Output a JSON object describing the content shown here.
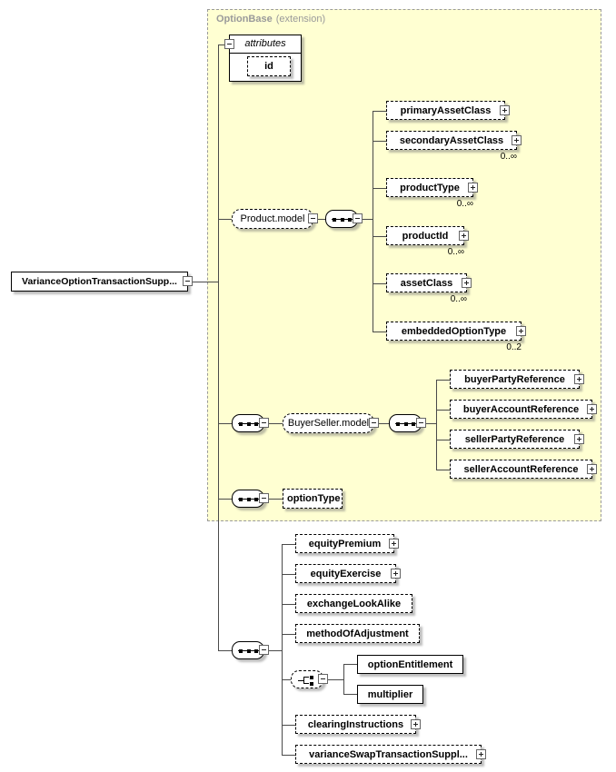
{
  "root": {
    "label": "VarianceOptionTransactionSupp..."
  },
  "panel": {
    "title": "OptionBase",
    "subtitle": "(extension)"
  },
  "attributes": {
    "label": "attributes",
    "items": [
      {
        "label": "id"
      }
    ]
  },
  "product": {
    "group_label": "Product.model",
    "children": [
      {
        "label": "primaryAssetClass"
      },
      {
        "label": "secondaryAssetClass",
        "mult": "0..∞"
      },
      {
        "label": "productType",
        "mult": "0..∞"
      },
      {
        "label": "productId",
        "mult": "0..∞"
      },
      {
        "label": "assetClass",
        "mult": "0..∞"
      },
      {
        "label": "embeddedOptionType",
        "mult": "0..2"
      }
    ]
  },
  "buyerseller": {
    "group_label": "BuyerSeller.model",
    "children": [
      {
        "label": "buyerPartyReference"
      },
      {
        "label": "buyerAccountReference"
      },
      {
        "label": "sellerPartyReference"
      },
      {
        "label": "sellerAccountReference"
      }
    ]
  },
  "option_type": {
    "label": "optionType"
  },
  "extension": {
    "children": [
      {
        "label": "equityPremium"
      },
      {
        "label": "equityExercise"
      },
      {
        "label": "exchangeLookAlike"
      },
      {
        "label": "methodOfAdjustment"
      },
      {
        "label": "clearingInstructions"
      },
      {
        "label": "varianceSwapTransactionSuppl..."
      }
    ],
    "choice_children": [
      {
        "label": "optionEntitlement"
      },
      {
        "label": "multiplier"
      }
    ]
  },
  "icons": {
    "collapse": "minus-box",
    "expand": "plus-box",
    "sequence": "sequence-dots",
    "choice": "choice-branch"
  },
  "colors": {
    "panel_bg": "#ffffd2",
    "panel_border": "#9a9a9a",
    "panel_title_text": "#9a9a9a",
    "connector": "#4a4a4a"
  }
}
